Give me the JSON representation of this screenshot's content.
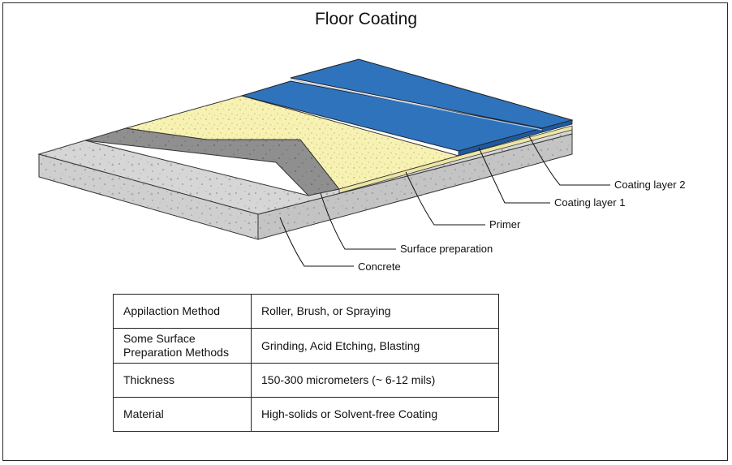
{
  "title": "Floor Coating",
  "layers": [
    {
      "label": "Coating layer 2",
      "color": "#2f73bd"
    },
    {
      "label": "Coating layer 1",
      "color": "#2f73bd"
    },
    {
      "label": "Primer",
      "color": "#f7f2b0"
    },
    {
      "label": "Surface preparation",
      "color": "#8a8a8a"
    },
    {
      "label": "Concrete",
      "color": "#d4d4d4"
    }
  ],
  "table": {
    "rows": [
      {
        "key": "Appilaction Method",
        "value": "Roller, Brush, or Spraying"
      },
      {
        "key": "Some Surface\nPreparation Methods",
        "value": "Grinding, Acid Etching, Blasting"
      },
      {
        "key": "Thickness",
        "value": "150-300 micrometers (~ 6-12 mils)"
      },
      {
        "key": "Material",
        "value": "High-solids or Solvent-free Coating"
      }
    ]
  }
}
